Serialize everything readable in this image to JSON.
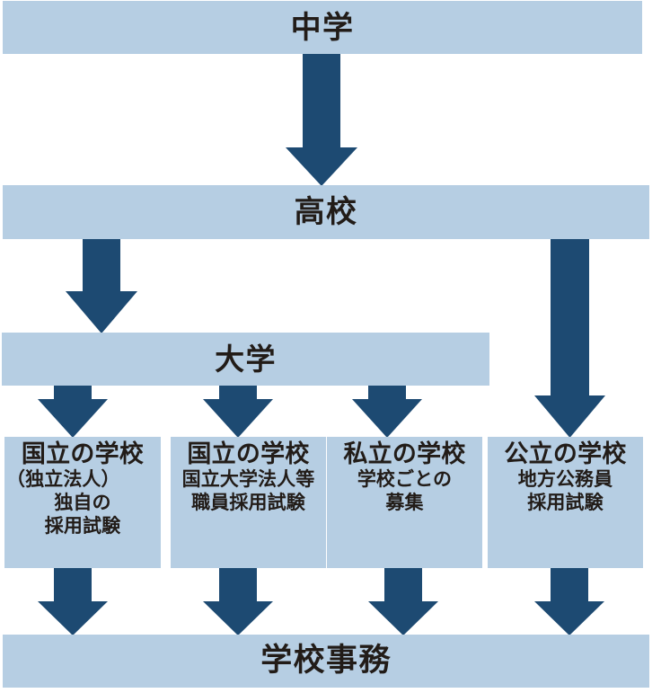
{
  "diagram": {
    "title_node": {
      "label": "中学"
    },
    "highschool_node": {
      "label": "高校"
    },
    "university_node": {
      "label": "大学"
    },
    "outcome_node": {
      "label": "学校事務"
    },
    "arrow_color": "#1d4a72",
    "node_color": "#b6cee3",
    "text_color": "#221c18",
    "boxes": [
      {
        "title": "国立の学校",
        "lines": [
          "（独立法人）",
          "独自の",
          "採用試験"
        ]
      },
      {
        "title": "国立の学校",
        "lines": [
          "国立大学法人等",
          "職員採用試験"
        ]
      },
      {
        "title": "私立の学校",
        "lines": [
          "学校ごとの",
          "募集"
        ]
      },
      {
        "title": "公立の学校",
        "lines": [
          "地方公務員",
          "採用試験"
        ]
      }
    ],
    "arrows": [
      {
        "name": "arrow-chugaku-to-koko"
      },
      {
        "name": "arrow-koko-to-daigaku"
      },
      {
        "name": "arrow-koko-to-koritsu"
      },
      {
        "name": "arrow-daigaku-to-box1"
      },
      {
        "name": "arrow-daigaku-to-box2"
      },
      {
        "name": "arrow-daigaku-to-box3"
      },
      {
        "name": "arrow-box1-to-jimu"
      },
      {
        "name": "arrow-box2-to-jimu"
      },
      {
        "name": "arrow-box3-to-jimu"
      },
      {
        "name": "arrow-box4-to-jimu"
      }
    ]
  }
}
